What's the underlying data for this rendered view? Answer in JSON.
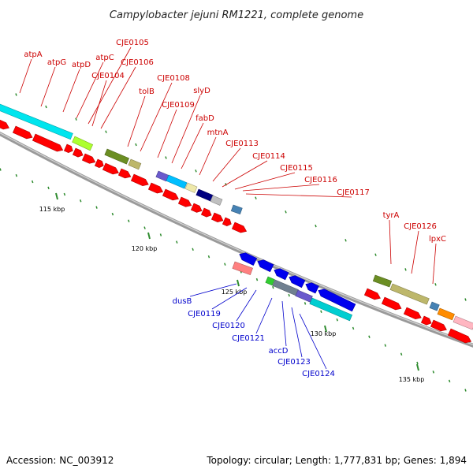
{
  "title": "Campylobacter jejuni RM1221, complete genome",
  "footer": {
    "accession": "Accession: NC_003912",
    "stats": "Topology: circular; Length: 1,777,831 bp; Genes: 1,894"
  },
  "colors": {
    "backbone": "#8a8a8a",
    "tick": "#2e8b2e",
    "tick_label": "#000000",
    "forward_gene": "#ff0000",
    "reverse_gene": "#0000ee",
    "forward_label": "#cc0000",
    "reverse_label": "#0000cc"
  },
  "ticks": [
    "115 kbp",
    "120 kbp",
    "125 kbp",
    "130 kbp",
    "135 kbp"
  ],
  "forward_labels": [
    "atpA",
    "atpG",
    "atpD",
    "atpC",
    "CJE0105",
    "CJE0104",
    "CJE0106",
    "tolB",
    "CJE0108",
    "CJE0109",
    "slyD",
    "fabD",
    "mtnA",
    "CJE0113",
    "CJE0114",
    "CJE0115",
    "CJE0116",
    "CJE0117",
    "tyrA",
    "CJE0126",
    "lpxC"
  ],
  "reverse_labels": [
    "dusB",
    "CJE0119",
    "CJE0120",
    "CJE0121",
    "accD",
    "CJE0123",
    "CJE0124"
  ],
  "annotation_colors": [
    "#00e5ee",
    "#adff2f",
    "#6b8e23",
    "#bdb76b",
    "#6a5acd",
    "#00bfff",
    "#eee8aa",
    "#000080",
    "#c0c0c0",
    "#4682b4",
    "#6b8e23",
    "#bdb76b",
    "#4682b4",
    "#ff8c00",
    "#ffb6c1",
    "#ff8080",
    "#32cd32",
    "#708090",
    "#6a5acd",
    "#00ced1"
  ]
}
